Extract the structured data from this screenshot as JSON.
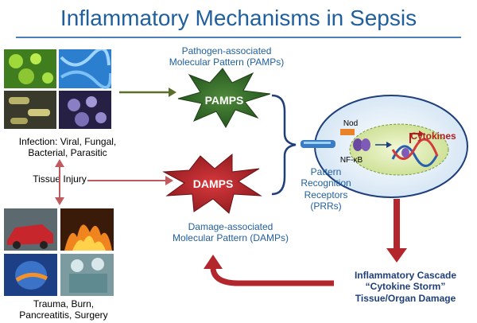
{
  "title": "Inflammatory Mechanisms in Sepsis",
  "pamps": {
    "caption_line1": "Pathogen-associated",
    "caption_line2": "Molecular Pattern (PAMPs)",
    "burst_label": "PAMPS"
  },
  "damps": {
    "caption_line1": "Damage-associated",
    "caption_line2": "Molecular Pattern (DAMPs)",
    "burst_label": "DAMPS"
  },
  "infection_label": {
    "line1": "Infection: Viral, Fungal,",
    "line2": "Bacterial, Parasitic"
  },
  "tissue_injury_label": "Tissue Injury",
  "trauma_label": {
    "line1": "Trauma, Burn,",
    "line2": "Pancreatitis, Surgery"
  },
  "prr": {
    "line1": "Pattern",
    "line2": "Recognition",
    "line3": "Receptors",
    "line4": "(PRRs)"
  },
  "cell": {
    "nod_label": "Nod",
    "nfkb_label": "NF-κB",
    "cytokines_label": "Cytokines"
  },
  "cascade": {
    "line1": "Inflammatory Cascade",
    "line2": "“Cytokine Storm”",
    "line3": "Tissue/Organ Damage"
  },
  "colors": {
    "title": "#1f5f9e",
    "pamps_burst": "#2f6a2a",
    "damps_burst": "#b3262b",
    "arrow_green": "#5b6f2c",
    "arrow_red": "#b3262b",
    "cascade_text": "#1f3f7a",
    "cytokines_text": "#b11f1f"
  }
}
